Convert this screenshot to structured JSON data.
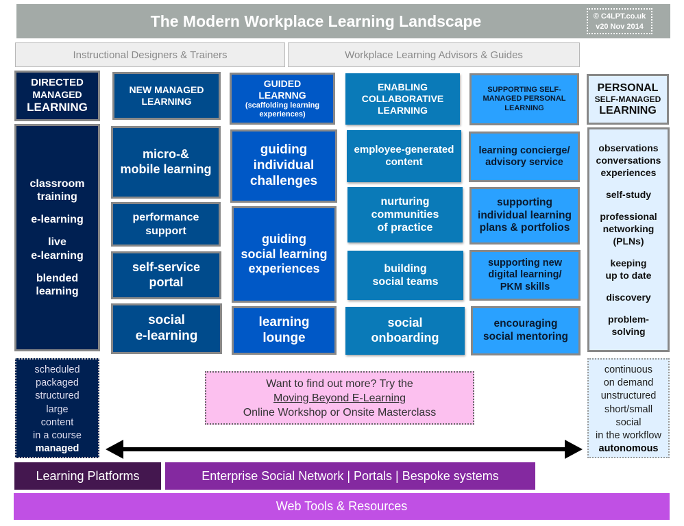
{
  "title": "The Modern  Workplace Learning Landscape",
  "copyright": [
    "© C4LPT.co.uk",
    "v20 Nov 2014"
  ],
  "roles": [
    "Instructional Designers & Trainers",
    "Workplace Learning Advisors & Guides"
  ],
  "columns": [
    {
      "header": [
        "DIRECTED",
        "MANAGED",
        "LEARNING"
      ],
      "items": [
        [
          "classroom",
          "training"
        ],
        [
          "e-learning"
        ],
        [
          "live",
          "e-learning"
        ],
        [
          "blended",
          "learning"
        ]
      ]
    },
    {
      "header": [
        "NEW MANAGED",
        "LEARNING"
      ],
      "items": [
        [
          "micro-&",
          "mobile learning"
        ],
        [
          "performance",
          "support"
        ],
        [
          "self-service",
          "portal"
        ],
        [
          "social",
          "e-learning"
        ]
      ]
    },
    {
      "header": [
        "GUIDED",
        "LEARNNG",
        "(scaffolding learning",
        "experiences)"
      ],
      "items": [
        [
          "guiding",
          "individual",
          "challenges"
        ],
        [
          "guiding",
          "social learning",
          "experiences"
        ],
        [
          "learning",
          "lounge"
        ]
      ]
    },
    {
      "header": [
        "ENABLING",
        "COLLABORATIVE",
        "LEARNING"
      ],
      "items": [
        [
          "employee-generated",
          "content"
        ],
        [
          "nurturing",
          "communities",
          "of practice"
        ],
        [
          "building",
          "social teams"
        ],
        [
          "social",
          "onboarding"
        ]
      ]
    },
    {
      "header": [
        "SUPPORTING SELF-",
        "MANAGED PERSONAL",
        "LEARNING"
      ],
      "items": [
        [
          "learning concierge/",
          "advisory service"
        ],
        [
          "supporting",
          "individual learning",
          "plans & portfolios"
        ],
        [
          "supporting new",
          "digital learning/",
          "PKM skills"
        ],
        [
          "encouraging",
          "social mentoring"
        ]
      ]
    },
    {
      "header": [
        "PERSONAL",
        "SELF-MANAGED",
        "LEARNING"
      ],
      "items": [
        [
          "observations",
          "conversations",
          "experiences"
        ],
        [
          "self-study"
        ],
        [
          "professional",
          "networking",
          "(PLNs)"
        ],
        [
          "keeping",
          "up to date"
        ],
        [
          "discovery"
        ],
        [
          "problem-",
          "solving"
        ]
      ]
    }
  ],
  "left_attributes": [
    "scheduled",
    "packaged",
    "structured",
    "large",
    "content",
    "in a course"
  ],
  "left_emphasis": "managed",
  "right_attributes": [
    "continuous",
    "on demand",
    "unstructured",
    "short/small",
    "social",
    "in the workflow"
  ],
  "right_emphasis": "autonomous",
  "promo": {
    "line1": "Want to find out more? Try the",
    "link": "Moving Beyond E-Learning",
    "line3": "Online Workshop or Onsite Masterclass"
  },
  "platforms": {
    "learning": "Learning Platforms",
    "enterprise": "Enterprise Social Network | Portals | Bespoke systems",
    "web": "Web Tools & Resources"
  },
  "colors": {
    "directed": "#002052",
    "new_managed": "#004b8c",
    "guided": "#0058c6",
    "enabling": "#0a7ab8",
    "supporting": "#2aa1ff",
    "personal": "#e0f0ff",
    "learning_platforms": "#44174f",
    "enterprise": "#8429a0",
    "web_tools": "#c050e4",
    "promo": "#fcc0ef",
    "title_bar": "#a3aaa7"
  }
}
